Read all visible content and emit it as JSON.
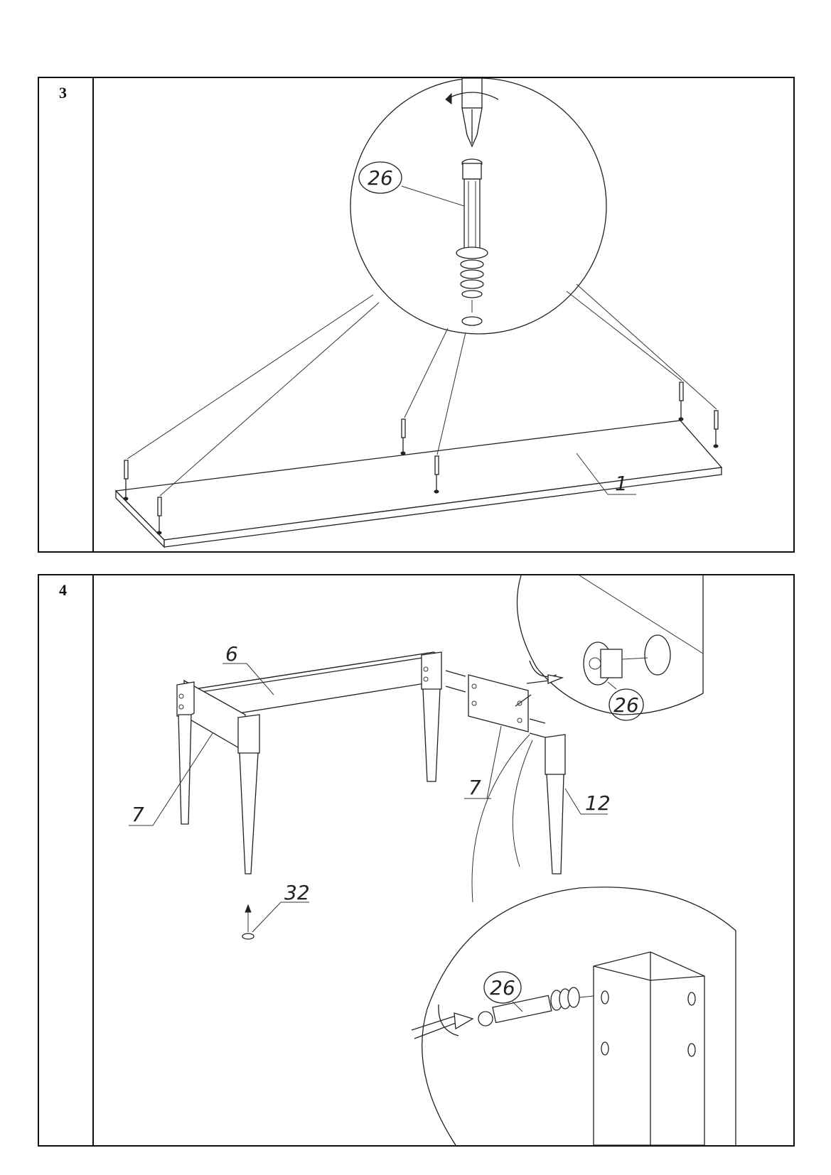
{
  "steps": [
    {
      "number": "3",
      "labels": {
        "bolt": "26",
        "panel": "1"
      }
    },
    {
      "number": "4",
      "labels": {
        "long_rail": "6",
        "left_rail": "7",
        "right_rail": "7",
        "leg": "12",
        "foot_pad": "32",
        "cam_lock": "26",
        "cam_bolt": "26"
      }
    }
  ]
}
